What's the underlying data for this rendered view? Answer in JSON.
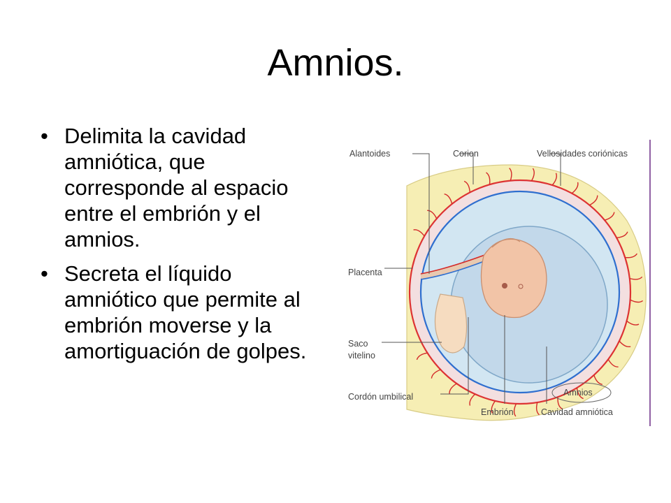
{
  "slide": {
    "title": "Amnios.",
    "bullets": [
      "Delimita la cavidad amniótica, que corresponde al espacio entre el embrión y el amnios.",
      "Secreta el líquido amniótico que permite al embrión moverse y la amortiguación de golpes."
    ]
  },
  "diagram": {
    "labels": {
      "alantoides": "Alantoides",
      "corion": "Corion",
      "vellosidades": "Vellosidades coriónicas",
      "placenta": "Placenta",
      "saco_line1": "Saco",
      "saco_line2": "vitelino",
      "cordon": "Cordón umbilical",
      "embrion": "Embrión",
      "cavidad": "Cavidad amniótica",
      "amnios": "Amnios"
    },
    "colors": {
      "uterine_wall": "#f6eeb4",
      "chorion_fill": "#f3dfe0",
      "amniotic_fluid": "#d2e6f2",
      "inner_cavity": "#c2d8ea",
      "embryo": "#f2c4a7",
      "yolk_sac": "#f6dcc0",
      "artery": "#d32a2a",
      "vein": "#2f6fcf",
      "frame_line": "#6b2d86"
    }
  }
}
